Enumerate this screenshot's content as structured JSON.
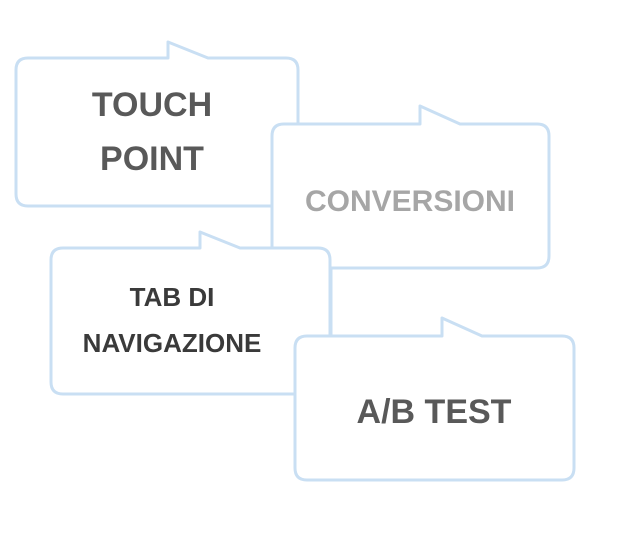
{
  "colors": {
    "bubble_border": "#c9dff3",
    "bubble_fill": "#ffffff",
    "text_dark": "#595959",
    "text_light": "#a6a6a6",
    "text_black": "#3a3a3a"
  },
  "bubbles": {
    "touch_point": {
      "line1": "TOUCH",
      "line2": "POINT"
    },
    "conversioni": {
      "label": "CONVERSIONI"
    },
    "tab_navigazione": {
      "line1": "TAB DI",
      "line2": "NAVIGAZIONE"
    },
    "ab_test": {
      "label": "A/B TEST"
    }
  }
}
